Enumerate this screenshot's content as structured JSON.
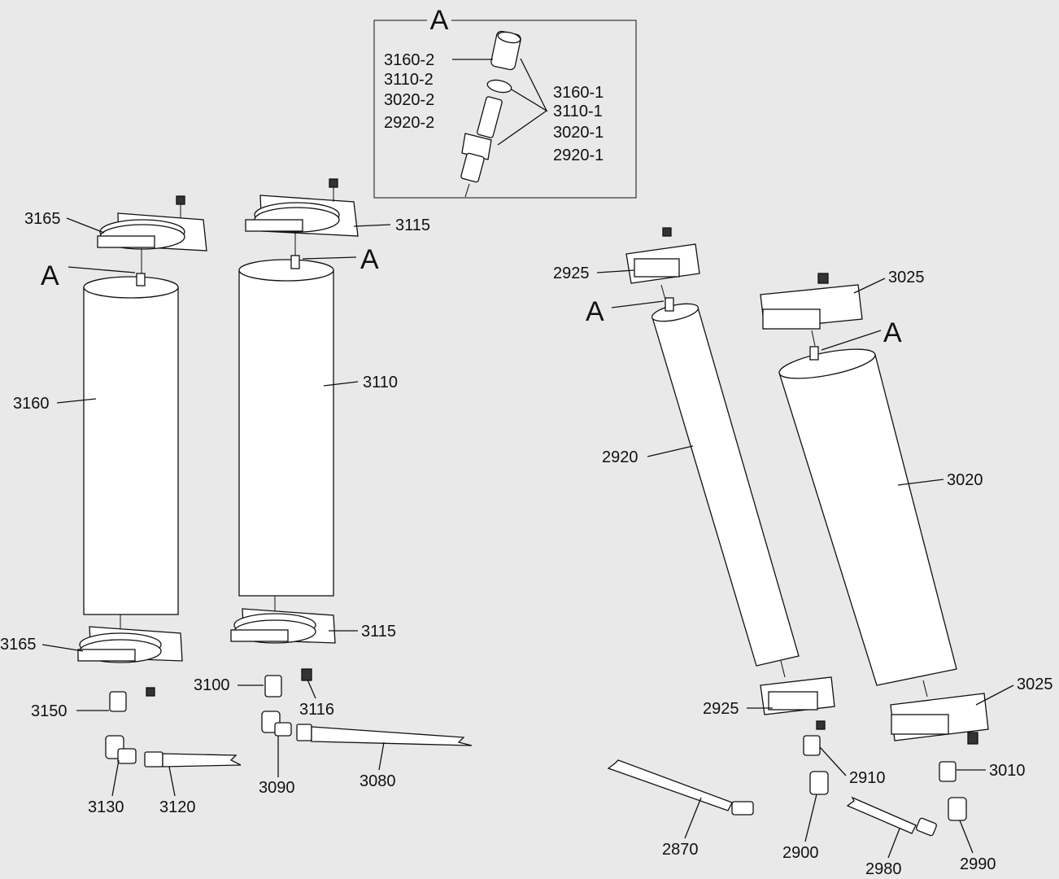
{
  "detail": {
    "title": "A",
    "labels_left": [
      "3160-2",
      "3110-2",
      "3020-2",
      "2920-2"
    ],
    "labels_right": [
      "3160-1",
      "3110-1",
      "3020-1",
      "2920-1"
    ]
  },
  "markers": {
    "a1": "A",
    "a2": "A",
    "a3": "A",
    "a4": "A"
  },
  "parts": {
    "p3165_top": "3165",
    "p3165_bot": "3165",
    "p3160": "3160",
    "p3150": "3150",
    "p3130": "3130",
    "p3120": "3120",
    "p3115_top": "3115",
    "p3115_bot": "3115",
    "p3110": "3110",
    "p3100": "3100",
    "p3116": "3116",
    "p3090": "3090",
    "p3080": "3080",
    "p2925_top": "2925",
    "p2925_bot": "2925",
    "p2920": "2920",
    "p2910": "2910",
    "p2900": "2900",
    "p2870": "2870",
    "p3025_top": "3025",
    "p3025_bot": "3025",
    "p3020": "3020",
    "p3010": "3010",
    "p2990": "2990",
    "p2980": "2980"
  }
}
